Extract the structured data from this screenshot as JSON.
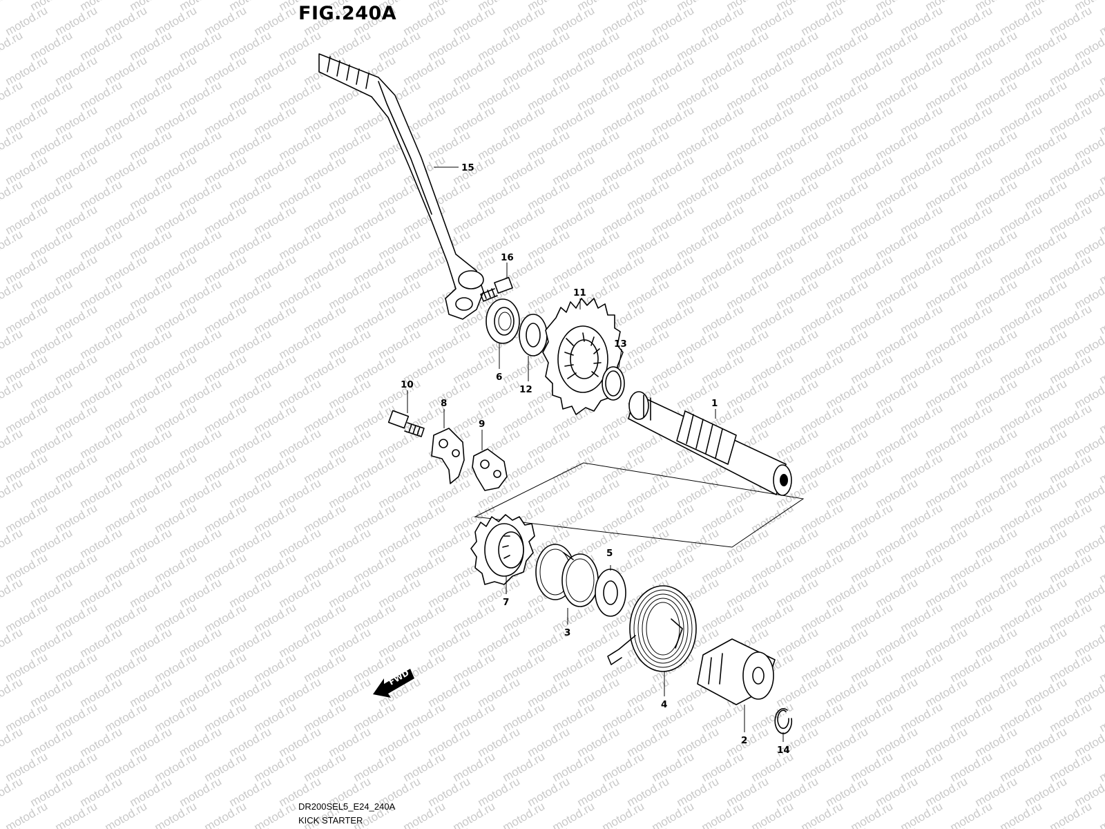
{
  "figure": {
    "title": "FIG.240A",
    "code": "DR200SEL5_E24_240A",
    "name": "KICK STARTER"
  },
  "watermark": {
    "text": "motod.ru"
  },
  "fwd_label": "FWD",
  "callouts": [
    {
      "id": "15",
      "label": "15"
    },
    {
      "id": "16",
      "label": "16"
    },
    {
      "id": "11",
      "label": "11"
    },
    {
      "id": "13",
      "label": "13"
    },
    {
      "id": "6",
      "label": "6"
    },
    {
      "id": "12",
      "label": "12"
    },
    {
      "id": "10",
      "label": "10"
    },
    {
      "id": "8",
      "label": "8"
    },
    {
      "id": "9",
      "label": "9"
    },
    {
      "id": "1",
      "label": "1"
    },
    {
      "id": "5",
      "label": "5"
    },
    {
      "id": "7",
      "label": "7"
    },
    {
      "id": "3",
      "label": "3"
    },
    {
      "id": "4",
      "label": "4"
    },
    {
      "id": "2",
      "label": "2"
    },
    {
      "id": "14",
      "label": "14"
    }
  ]
}
